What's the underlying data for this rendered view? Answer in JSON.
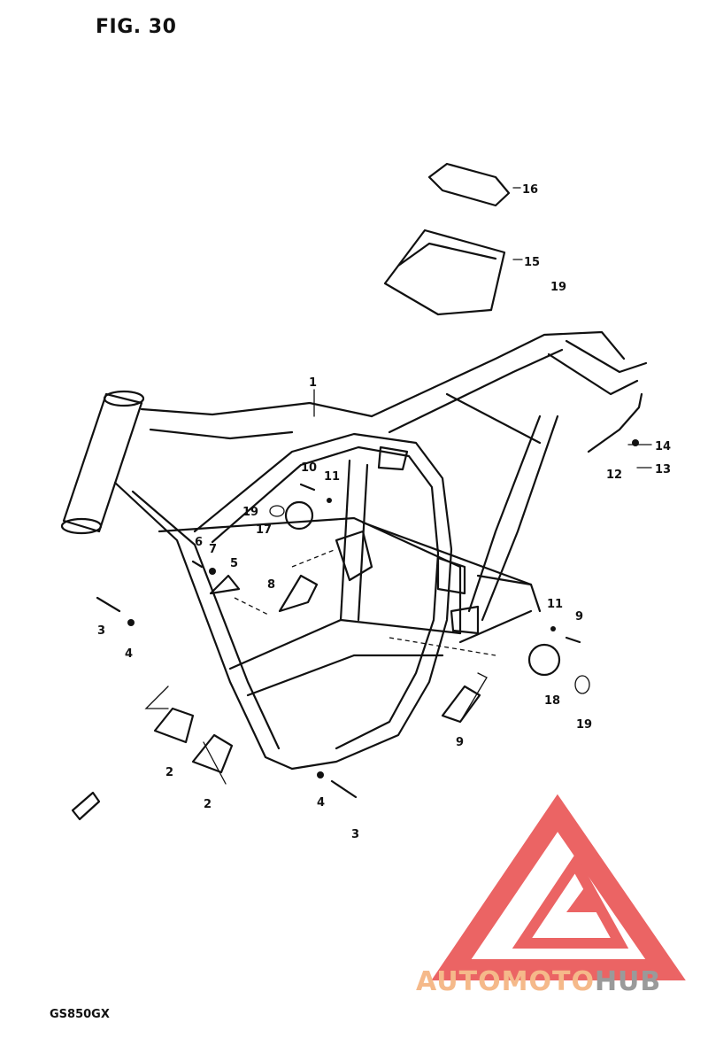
{
  "figure": {
    "title": "FIG. 30",
    "model": "GS850GX"
  },
  "callouts": [
    {
      "label": "1"
    },
    {
      "label": "2"
    },
    {
      "label": "2"
    },
    {
      "label": "3"
    },
    {
      "label": "3"
    },
    {
      "label": "4"
    },
    {
      "label": "4"
    },
    {
      "label": "5"
    },
    {
      "label": "6"
    },
    {
      "label": "7"
    },
    {
      "label": "8"
    },
    {
      "label": "9"
    },
    {
      "label": "9"
    },
    {
      "label": "10"
    },
    {
      "label": "11"
    },
    {
      "label": "11"
    },
    {
      "label": "12"
    },
    {
      "label": "13"
    },
    {
      "label": "14"
    },
    {
      "label": "15"
    },
    {
      "label": "16"
    },
    {
      "label": "17"
    },
    {
      "label": "18"
    },
    {
      "label": "19"
    },
    {
      "label": "19"
    },
    {
      "label": "19"
    }
  ],
  "watermark": {
    "part1": "AUTOMOTO",
    "part2": "HUB",
    "color1": "#f5b98a",
    "color2": "#9a9a9a",
    "logo_color": "#e8494a"
  }
}
